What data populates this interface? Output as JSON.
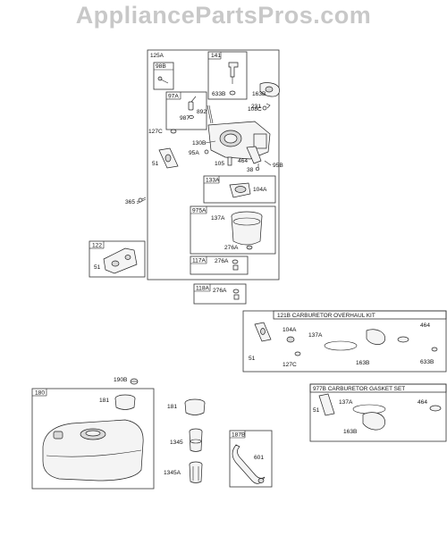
{
  "watermark": "AppliancePartsPros.com",
  "main_assembly": {
    "box_label": "125A",
    "sub_98B": "98B",
    "sub_141": "141",
    "sub_97A": "97A",
    "sub_133A": "133A",
    "sub_975A": "975A",
    "sub_117A": "117A",
    "parts": [
      "633B",
      "163B",
      "108C",
      "231",
      "987",
      "892",
      "127C",
      "130B",
      "95A",
      "51",
      "105",
      "464",
      "38",
      "95B",
      "104A",
      "137A",
      "276A",
      "276A"
    ]
  },
  "outside_parts": {
    "p365": "365",
    "p118A": "118A",
    "p276A": "276A",
    "p190B": "190B",
    "p181": "181",
    "p1345": "1345",
    "p1345A": "1345A"
  },
  "box_122": {
    "label": "122",
    "part": "51"
  },
  "kit_121B": {
    "title": "121B CARBURETOR OVERHAUL KIT",
    "parts": [
      "51",
      "104A",
      "127C",
      "137A",
      "163B",
      "464",
      "633B"
    ]
  },
  "kit_977B": {
    "title": "977B CARBURETOR GASKET SET",
    "parts": [
      "51",
      "137A",
      "464",
      "163B"
    ]
  },
  "box_180": {
    "label": "180",
    "part": "181"
  },
  "box_187B": {
    "label": "187B",
    "part": "601"
  }
}
